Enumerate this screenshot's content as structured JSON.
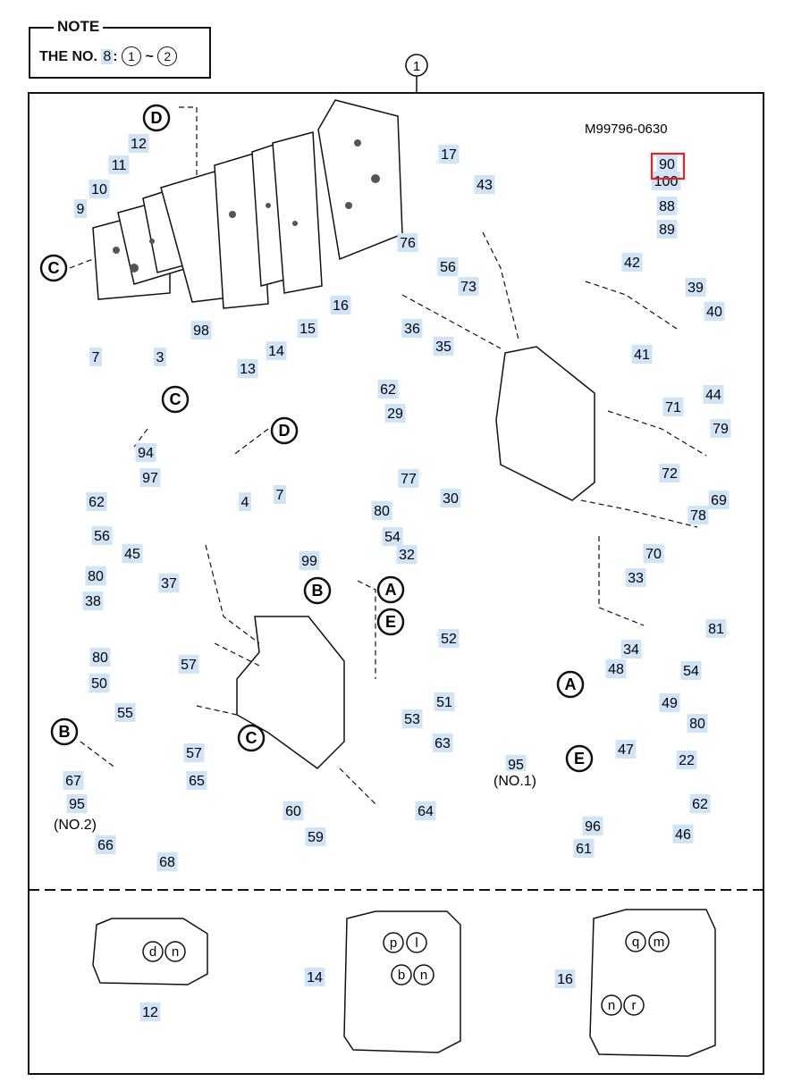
{
  "note": {
    "title": "NOTE",
    "prefix": "THE NO.",
    "number": "8",
    "colon": ":",
    "from": "1",
    "tilde": "~",
    "to": "2"
  },
  "assembly_ref": "1",
  "upper_ref": "M99796-0630",
  "highlight_color": "#e8202a",
  "label_bg": "#cfe5f7",
  "part_labels": [
    "90",
    "100",
    "88",
    "89",
    "17",
    "43",
    "12",
    "11",
    "10",
    "9",
    "76",
    "56",
    "73",
    "16",
    "15",
    "14",
    "13",
    "98",
    "3",
    "42",
    "39",
    "40",
    "41",
    "44",
    "36",
    "35",
    "62",
    "7",
    "94",
    "29",
    "77",
    "30",
    "80",
    "54",
    "32",
    "71",
    "79",
    "72",
    "69",
    "78",
    "70",
    "97",
    "62",
    "56",
    "45",
    "4",
    "7",
    "99",
    "33",
    "81",
    "34",
    "54",
    "80",
    "38",
    "37",
    "57",
    "52",
    "53",
    "51",
    "48",
    "49",
    "80",
    "22",
    "80",
    "50",
    "55",
    "57",
    "63",
    "64",
    "47",
    "62",
    "46",
    "67",
    "95",
    "(NO.2)",
    "66",
    "68",
    "65",
    "60",
    "59",
    "95",
    "(NO.1)",
    "96",
    "61",
    "12",
    "14",
    "16"
  ],
  "circle_letters": [
    "D",
    "C",
    "C",
    "D",
    "B",
    "A",
    "E",
    "C",
    "B",
    "A",
    "E"
  ],
  "bottom_letters": [
    "d",
    "n",
    "p",
    "l",
    "b",
    "n",
    "q",
    "m",
    "n",
    "r"
  ]
}
